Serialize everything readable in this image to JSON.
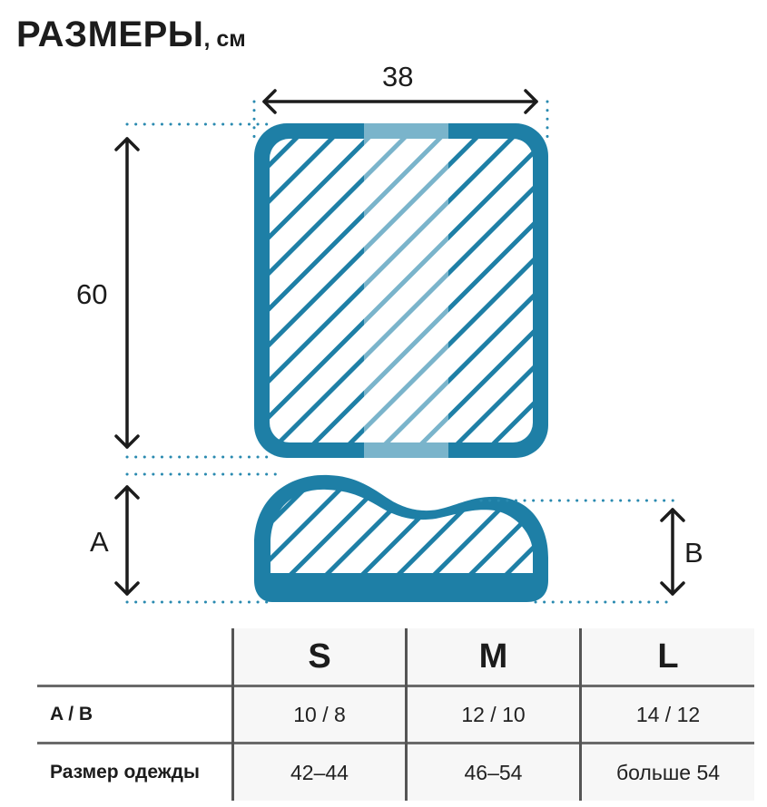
{
  "header": {
    "title": "РАЗМЕРЫ",
    "unit": ", см"
  },
  "diagram": {
    "width_label": "38",
    "height_label": "60",
    "side_a_label": "A",
    "side_b_label": "B",
    "colors": {
      "border": "#1E7FA6",
      "border_light": "#7AB4CB",
      "arrow": "#1c1c1c",
      "dotted": "#2a8ab0"
    }
  },
  "table": {
    "columns": [
      "",
      "S",
      "M",
      "L"
    ],
    "rows": [
      {
        "label": "A / B",
        "values": [
          "10 / 8",
          "12 / 10",
          "14 / 12"
        ]
      },
      {
        "label": "Размер одежды",
        "values": [
          "42–44",
          "46–54",
          "больше 54"
        ]
      }
    ]
  }
}
